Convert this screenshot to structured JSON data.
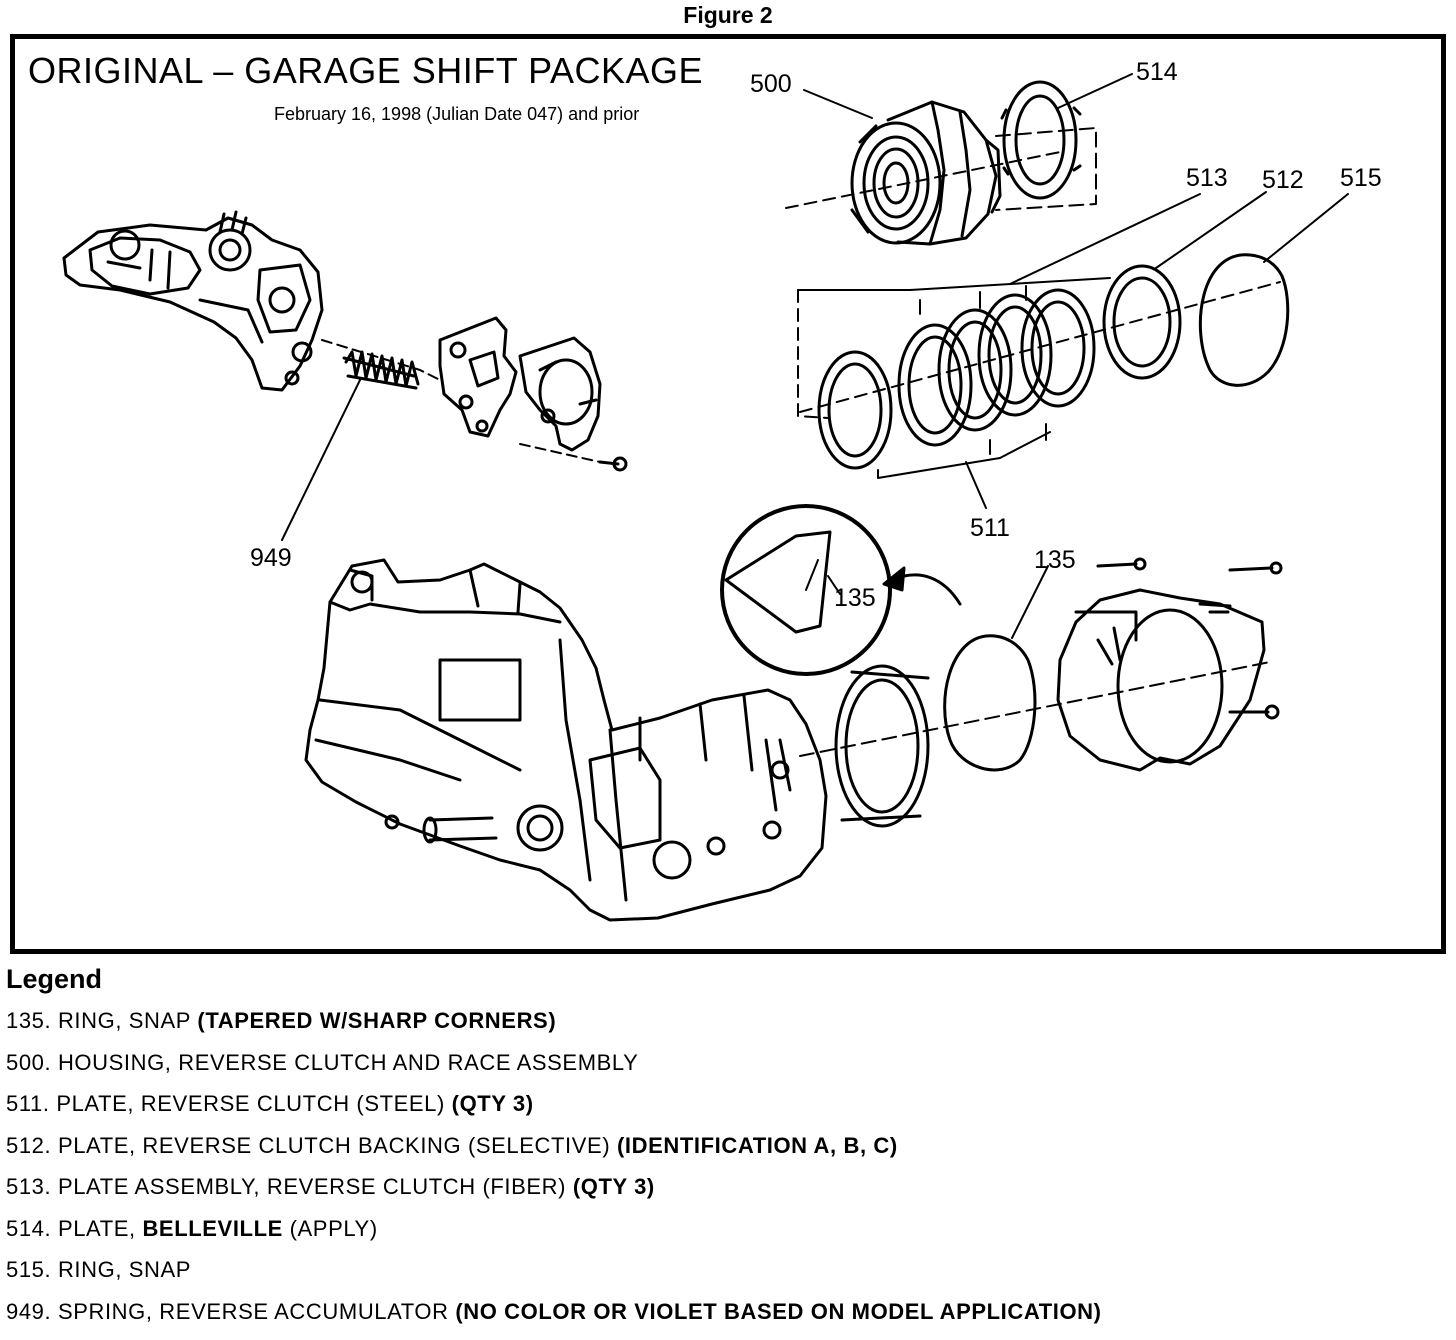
{
  "figure_title": "Figure 2",
  "package_title": "ORIGINAL – GARAGE SHIFT PACKAGE",
  "package_subtitle": "February 16, 1998 (Julian Date 047) and prior",
  "callouts": {
    "c500": "500",
    "c514": "514",
    "c513": "513",
    "c512": "512",
    "c515": "515",
    "c511": "511",
    "c949": "949",
    "c135": "135",
    "c135_detail": "135"
  },
  "legend": {
    "title": "Legend",
    "items": [
      {
        "num": "135.",
        "text": "RING, SNAP ",
        "bold": "(TAPERED W/SHARP CORNERS)",
        "tail": ""
      },
      {
        "num": "500.",
        "text": "HOUSING, REVERSE CLUTCH AND RACE ASSEMBLY",
        "bold": "",
        "tail": ""
      },
      {
        "num": "511.",
        "text": "PLATE, REVERSE CLUTCH (STEEL) ",
        "bold": "(QTY 3)",
        "tail": ""
      },
      {
        "num": "512.",
        "text": "PLATE, REVERSE CLUTCH BACKING (SELECTIVE) ",
        "bold": "(IDENTIFICATION A, B, C)",
        "tail": ""
      },
      {
        "num": "513.",
        "text": "PLATE ASSEMBLY, REVERSE CLUTCH (FIBER) ",
        "bold": "(QTY 3)",
        "tail": ""
      },
      {
        "num": "514.",
        "text": "PLATE, ",
        "bold": "BELLEVILLE",
        "tail": " (APPLY)"
      },
      {
        "num": "515.",
        "text": "RING, SNAP",
        "bold": "",
        "tail": ""
      },
      {
        "num": "949.",
        "text": "SPRING, REVERSE ACCUMULATOR ",
        "bold": "(NO COLOR OR VIOLET BASED ON MODEL APPLICATION)",
        "tail": ""
      }
    ]
  }
}
